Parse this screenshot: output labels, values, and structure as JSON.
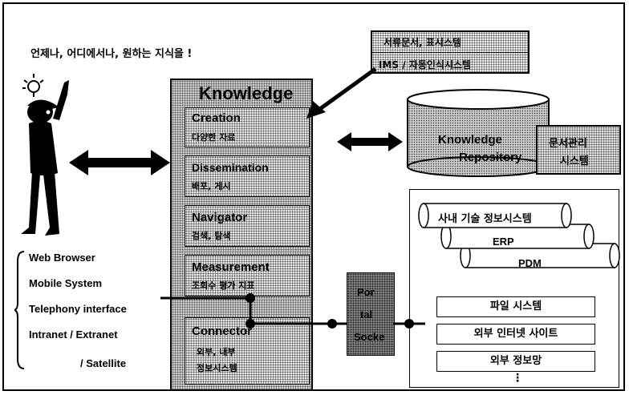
{
  "slogan": "언제나, 어디에서나, 원하는 지식을 !",
  "top_box": {
    "line1": "서류문서, 표시스템",
    "line2": "IMS / 자동인식시스템"
  },
  "knowledge_column": {
    "title": "Knowledge",
    "sections": [
      {
        "title": "Creation",
        "sub": "다양한 자료"
      },
      {
        "title": "Dissemination",
        "sub": "배포, 게시"
      },
      {
        "title": "Navigator",
        "sub": "검색, 탐색"
      },
      {
        "title": "Measurement",
        "sub": "조회수 평가 지표"
      },
      {
        "title": "Connector",
        "sub1": "외부, 내부",
        "sub2": "정보시스템"
      }
    ]
  },
  "repository": {
    "line1": "Knowledge",
    "line2": "Repository",
    "doc_line1": "문서관리",
    "doc_line2": "시스템"
  },
  "portal": [
    "Por",
    "tal",
    "Socke"
  ],
  "client_list": [
    "Web Browser",
    "Mobile System",
    "Telephony interface",
    "Intranet / Extranet",
    "/ Satellite"
  ],
  "systems": {
    "cyl1": "사내 기술 정보시스템",
    "cyl2": "ERP",
    "cyl3": "PDM",
    "boxes": [
      "파일 시스템",
      "외부 인터넷 사이트",
      "외부 정보망"
    ],
    "more": "⋮"
  },
  "icons": [
    "lightbulb-icon",
    "person-icon"
  ]
}
